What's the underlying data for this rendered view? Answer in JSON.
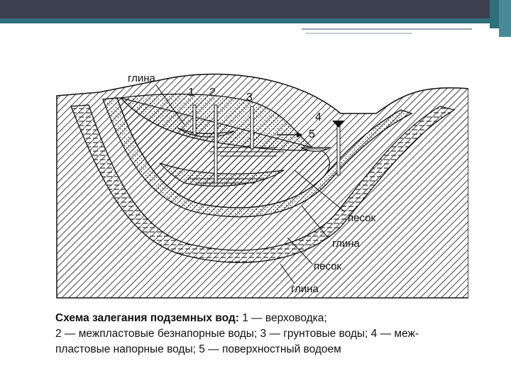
{
  "diagram": {
    "labels": {
      "clay_top": "глина",
      "n1": "1",
      "n2": "2",
      "n3": "3",
      "n4": "4",
      "n5": "5",
      "sand_1": "песок",
      "clay_2": "глина",
      "sand_2": "песок",
      "clay_3": "глина"
    }
  },
  "caption": {
    "title": "Схема залегания подземных вод:",
    "line1_rest": " 1 — верховодка;",
    "line2": "2 — межпластовые безнапорные воды; 3 — грунтовые воды; 4 — меж-",
    "line3": "пластовые напорные воды; 5 — поверхностный водоем"
  },
  "colors": {
    "topbar": "#3b3f4e",
    "accent": "#2e6f7a"
  }
}
